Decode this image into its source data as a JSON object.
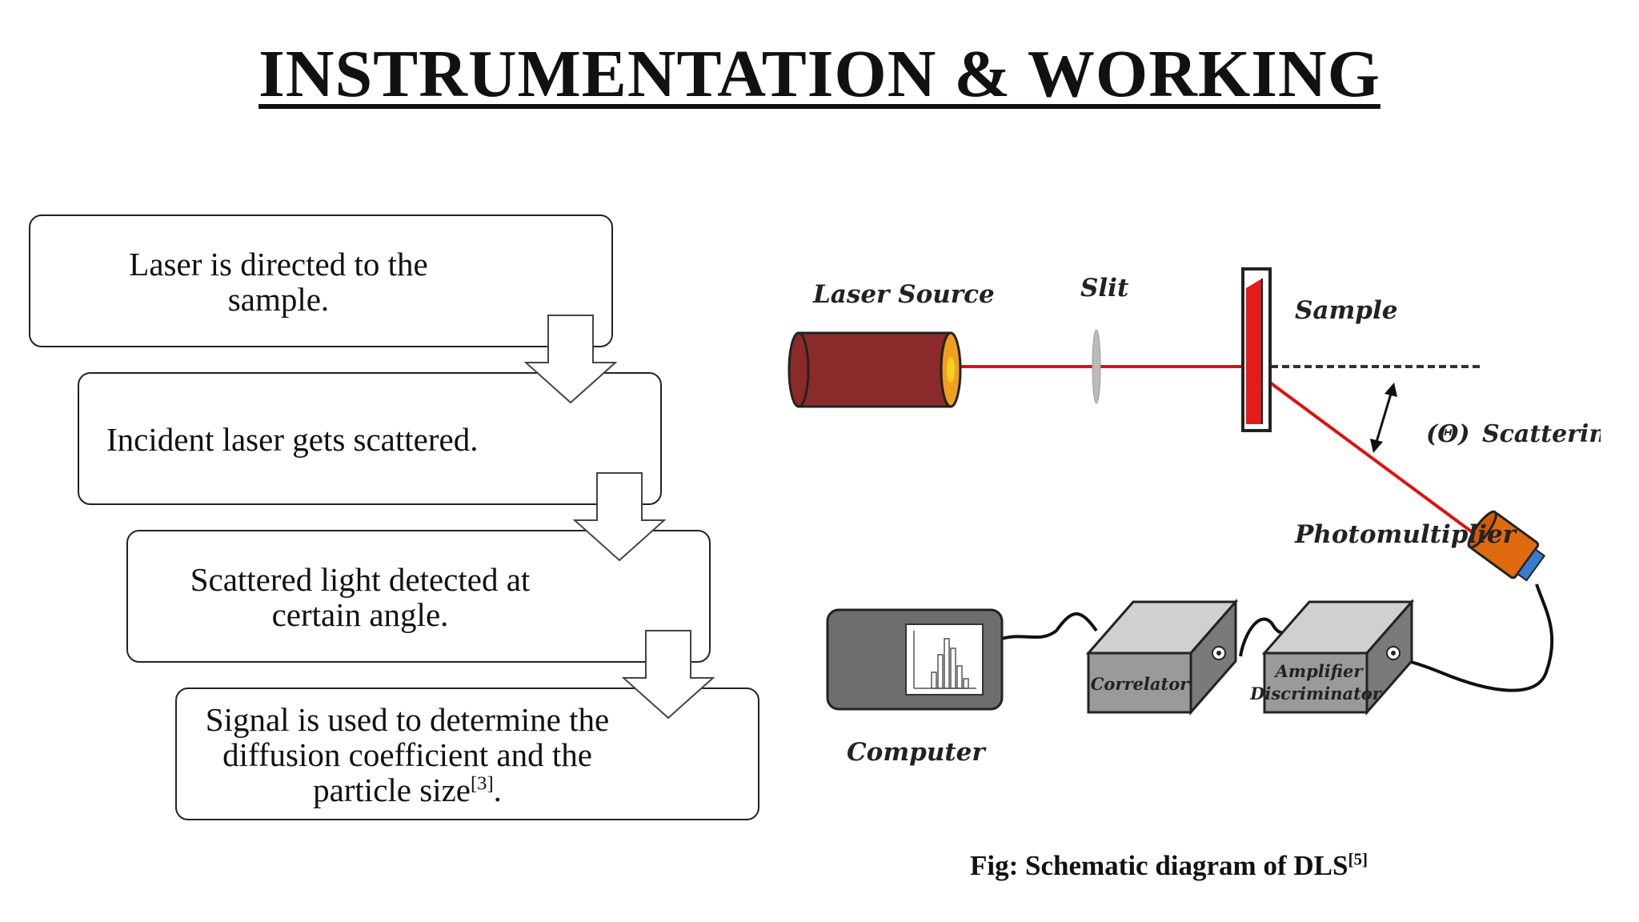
{
  "title": "INSTRUMENTATION & WORKING",
  "steps": [
    {
      "line1": "Laser is directed to the",
      "line2": "sample."
    },
    {
      "line1": "Incident laser gets scattered."
    },
    {
      "line1": "Scattered light detected at",
      "line2": "certain angle."
    },
    {
      "line1": "Signal is used to determine the",
      "line2": "diffusion coefficient and the",
      "line3": "particle size",
      "ref": "[3]",
      "end": "."
    }
  ],
  "diagram": {
    "labels": {
      "laser_source": "Laser Source",
      "slit": "Slit",
      "sample": "Sample",
      "angle": "(Θ)",
      "scattering": "Scattering",
      "photomultiplier": "Photomultiplier",
      "computer": "Computer",
      "correlator": "Correlator",
      "amplifier": "Amplifier",
      "discriminator": "Discriminator"
    },
    "colors": {
      "laser_beam": "#e01010",
      "laser_body": "#8b2a2a",
      "sample_cell": "#e41b1b",
      "photomultiplier": "#e06a10",
      "device_gray": "#9a9a9a"
    }
  },
  "caption": {
    "text": "Fig: Schematic diagram of DLS",
    "ref": "[5]"
  }
}
